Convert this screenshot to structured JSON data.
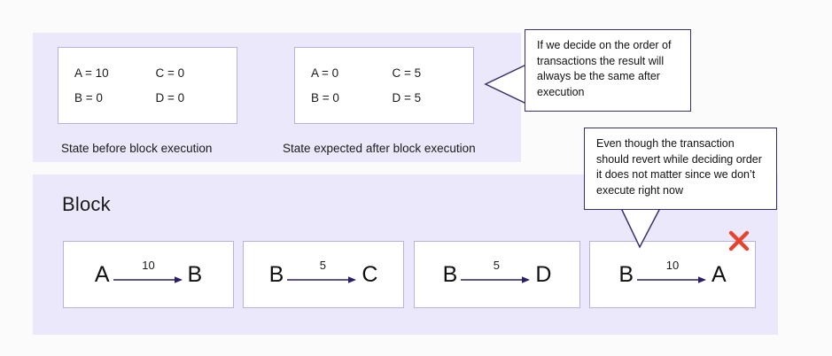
{
  "diagram": {
    "title": "Block execution ordering diagram",
    "colors": {
      "panel_background": "#ece8fb",
      "box_border": "#b9b0e8",
      "callout_border": "#38306e",
      "arrow": "#2a1f6b",
      "revert_mark": "#e8412c",
      "page_background": "#fbfbfb",
      "text": "#111111"
    }
  },
  "state_panel": {
    "before": {
      "caption": "State before block execution",
      "cells": [
        "A = 10",
        "C = 0",
        "B = 0",
        "D = 0"
      ]
    },
    "after": {
      "caption": "State expected after block execution",
      "cells": [
        "A = 0",
        "C = 5",
        "B = 0",
        "D = 5"
      ]
    }
  },
  "block_panel": {
    "title": "Block",
    "transactions": [
      {
        "from": "A",
        "amount": "10",
        "to": "B",
        "reverts": false
      },
      {
        "from": "B",
        "amount": "5",
        "to": "C",
        "reverts": false
      },
      {
        "from": "B",
        "amount": "5",
        "to": "D",
        "reverts": false
      },
      {
        "from": "B",
        "amount": "10",
        "to": "A",
        "reverts": true
      }
    ]
  },
  "callouts": {
    "order": "If we decide on the order of transactions the result will always be the same after execution",
    "revert": "Even though the transaction should revert while deciding order it does not matter since we don’t execute right now"
  }
}
